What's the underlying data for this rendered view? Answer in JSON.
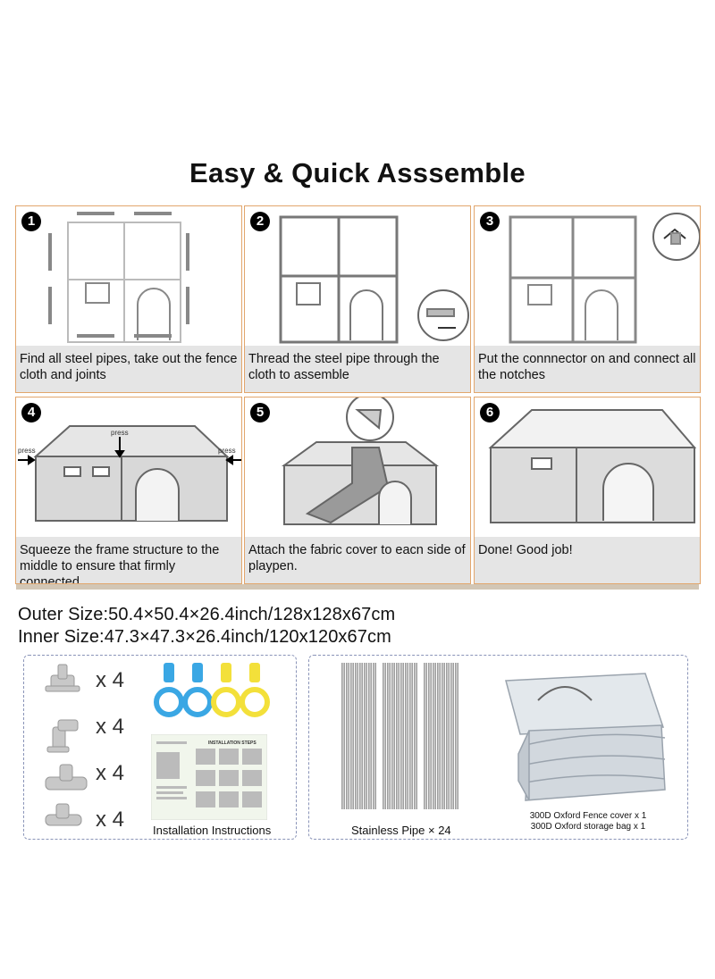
{
  "title": "Easy & Quick Asssemble",
  "steps": [
    {
      "num": "1",
      "caption": "Find all steel pipes, take out the fence cloth and joints"
    },
    {
      "num": "2",
      "caption": "Thread the steel pipe through the cloth to assemble"
    },
    {
      "num": "3",
      "caption": "Put the connnector on and connect all the notches"
    },
    {
      "num": "4",
      "caption": "Squeeze the frame structure to the middle to ensure that firmly connected.",
      "press_label": "press"
    },
    {
      "num": "5",
      "caption": "Attach the fabric cover to eacn side of playpen."
    },
    {
      "num": "6",
      "caption": "Done! Good job!"
    }
  ],
  "sizes": {
    "outer": "Outer Size:50.4×50.4×26.4inch/128x128x67cm",
    "inner": "Inner Size:47.3×47.3×26.4inch/120x120x67cm"
  },
  "parts": {
    "qty_label": "x 4",
    "instructions_label": "Installation Instructions",
    "manual_heading": "INSTALLATION STEPS",
    "pipe_label": "Stainless Pipe × 24",
    "fence_cover": "300D Oxford Fence cover x 1",
    "storage_bag": "300D Oxford storage bag x 1"
  },
  "colors": {
    "border": "#e2a66c",
    "caption_bg": "#e5e5e5",
    "ring_blue": "#3aa7e4",
    "ring_yellow": "#f3e03a"
  }
}
